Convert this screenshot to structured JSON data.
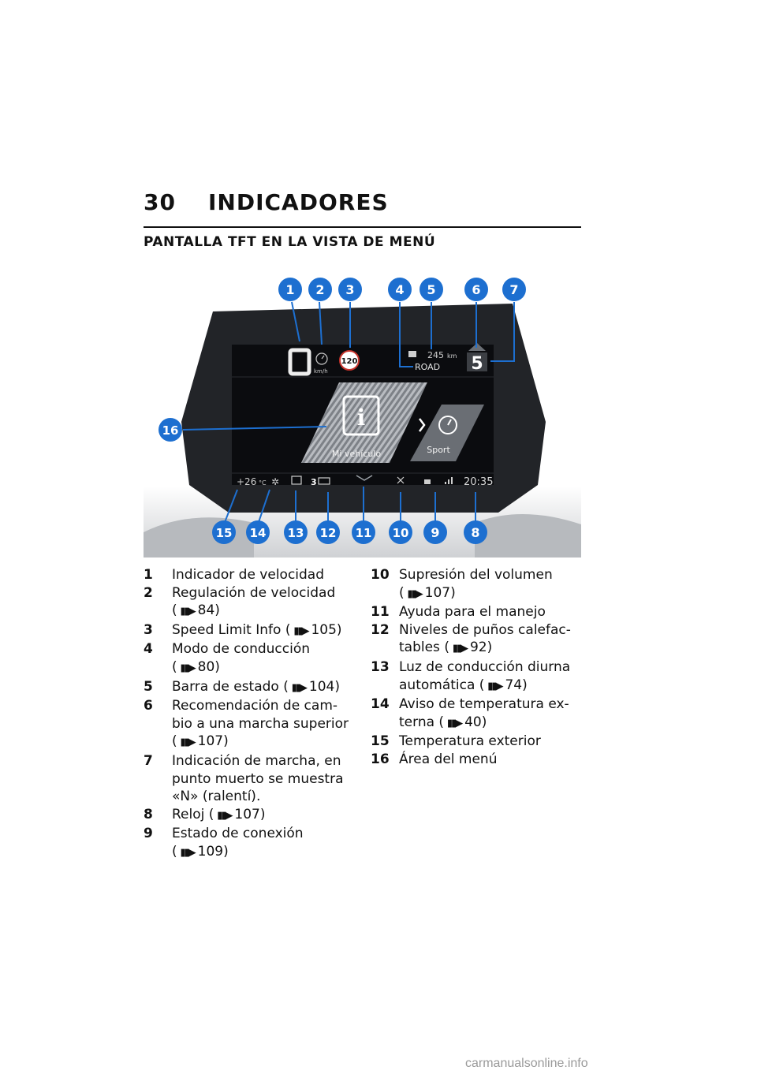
{
  "header": {
    "page_number": "30",
    "chapter": "INDICADORES",
    "section": "PANTALLA TFT EN LA VISTA DE MENÚ"
  },
  "display": {
    "speed": "0",
    "speed_unit": "km/h",
    "speed_limit": "120",
    "range": "245",
    "range_unit": "km",
    "riding_mode": "ROAD",
    "gear": "5",
    "menu_left_label": "Mi vehículo",
    "menu_right_label": "Sport",
    "temperature": "+26",
    "temperature_unit": "°C",
    "grip_level": "3",
    "clock": "20:35"
  },
  "callouts": [
    "1",
    "2",
    "3",
    "4",
    "5",
    "6",
    "7",
    "8",
    "9",
    "10",
    "11",
    "12",
    "13",
    "14",
    "15",
    "16"
  ],
  "legend_left": [
    {
      "num": "1",
      "text": "Indicador de velocidad",
      "ref": ""
    },
    {
      "num": "2",
      "text": "Regulación de velocidad",
      "ref": "84)"
    },
    {
      "num": "3",
      "text": "Speed Limit Info",
      "ref": "105)"
    },
    {
      "num": "4",
      "text": "Modo de conducción",
      "ref": "80)"
    },
    {
      "num": "5",
      "text": "Barra de estado",
      "ref": "104)"
    },
    {
      "num": "6",
      "text": "Recomendación de cam-bio a una marcha superior",
      "ref": "107)"
    },
    {
      "num": "7",
      "text": "Indicación de marcha, en punto muerto se muestra «N» (ralentí).",
      "ref": ""
    },
    {
      "num": "8",
      "text": "Reloj",
      "ref": "107)"
    },
    {
      "num": "9",
      "text": "Estado de conexión",
      "ref": "109)"
    }
  ],
  "legend_right": [
    {
      "num": "10",
      "text": "Supresión del volumen",
      "ref": "107)"
    },
    {
      "num": "11",
      "text": "Ayuda para el manejo",
      "ref": ""
    },
    {
      "num": "12",
      "text": "Niveles de puños calefac-tables",
      "ref": "92)"
    },
    {
      "num": "13",
      "text": "Luz de conducción diurna automática",
      "ref": "74)"
    },
    {
      "num": "14",
      "text": "Aviso de temperatura ex-terna",
      "ref": "40)"
    },
    {
      "num": "15",
      "text": "Temperatura exterior",
      "ref": ""
    },
    {
      "num": "16",
      "text": "Área del menú",
      "ref": ""
    }
  ],
  "watermark": "carmanualsonline.info",
  "colors": {
    "callout": "#1d6fd0",
    "screen": "#0b0c0f",
    "frame": "#222428"
  }
}
